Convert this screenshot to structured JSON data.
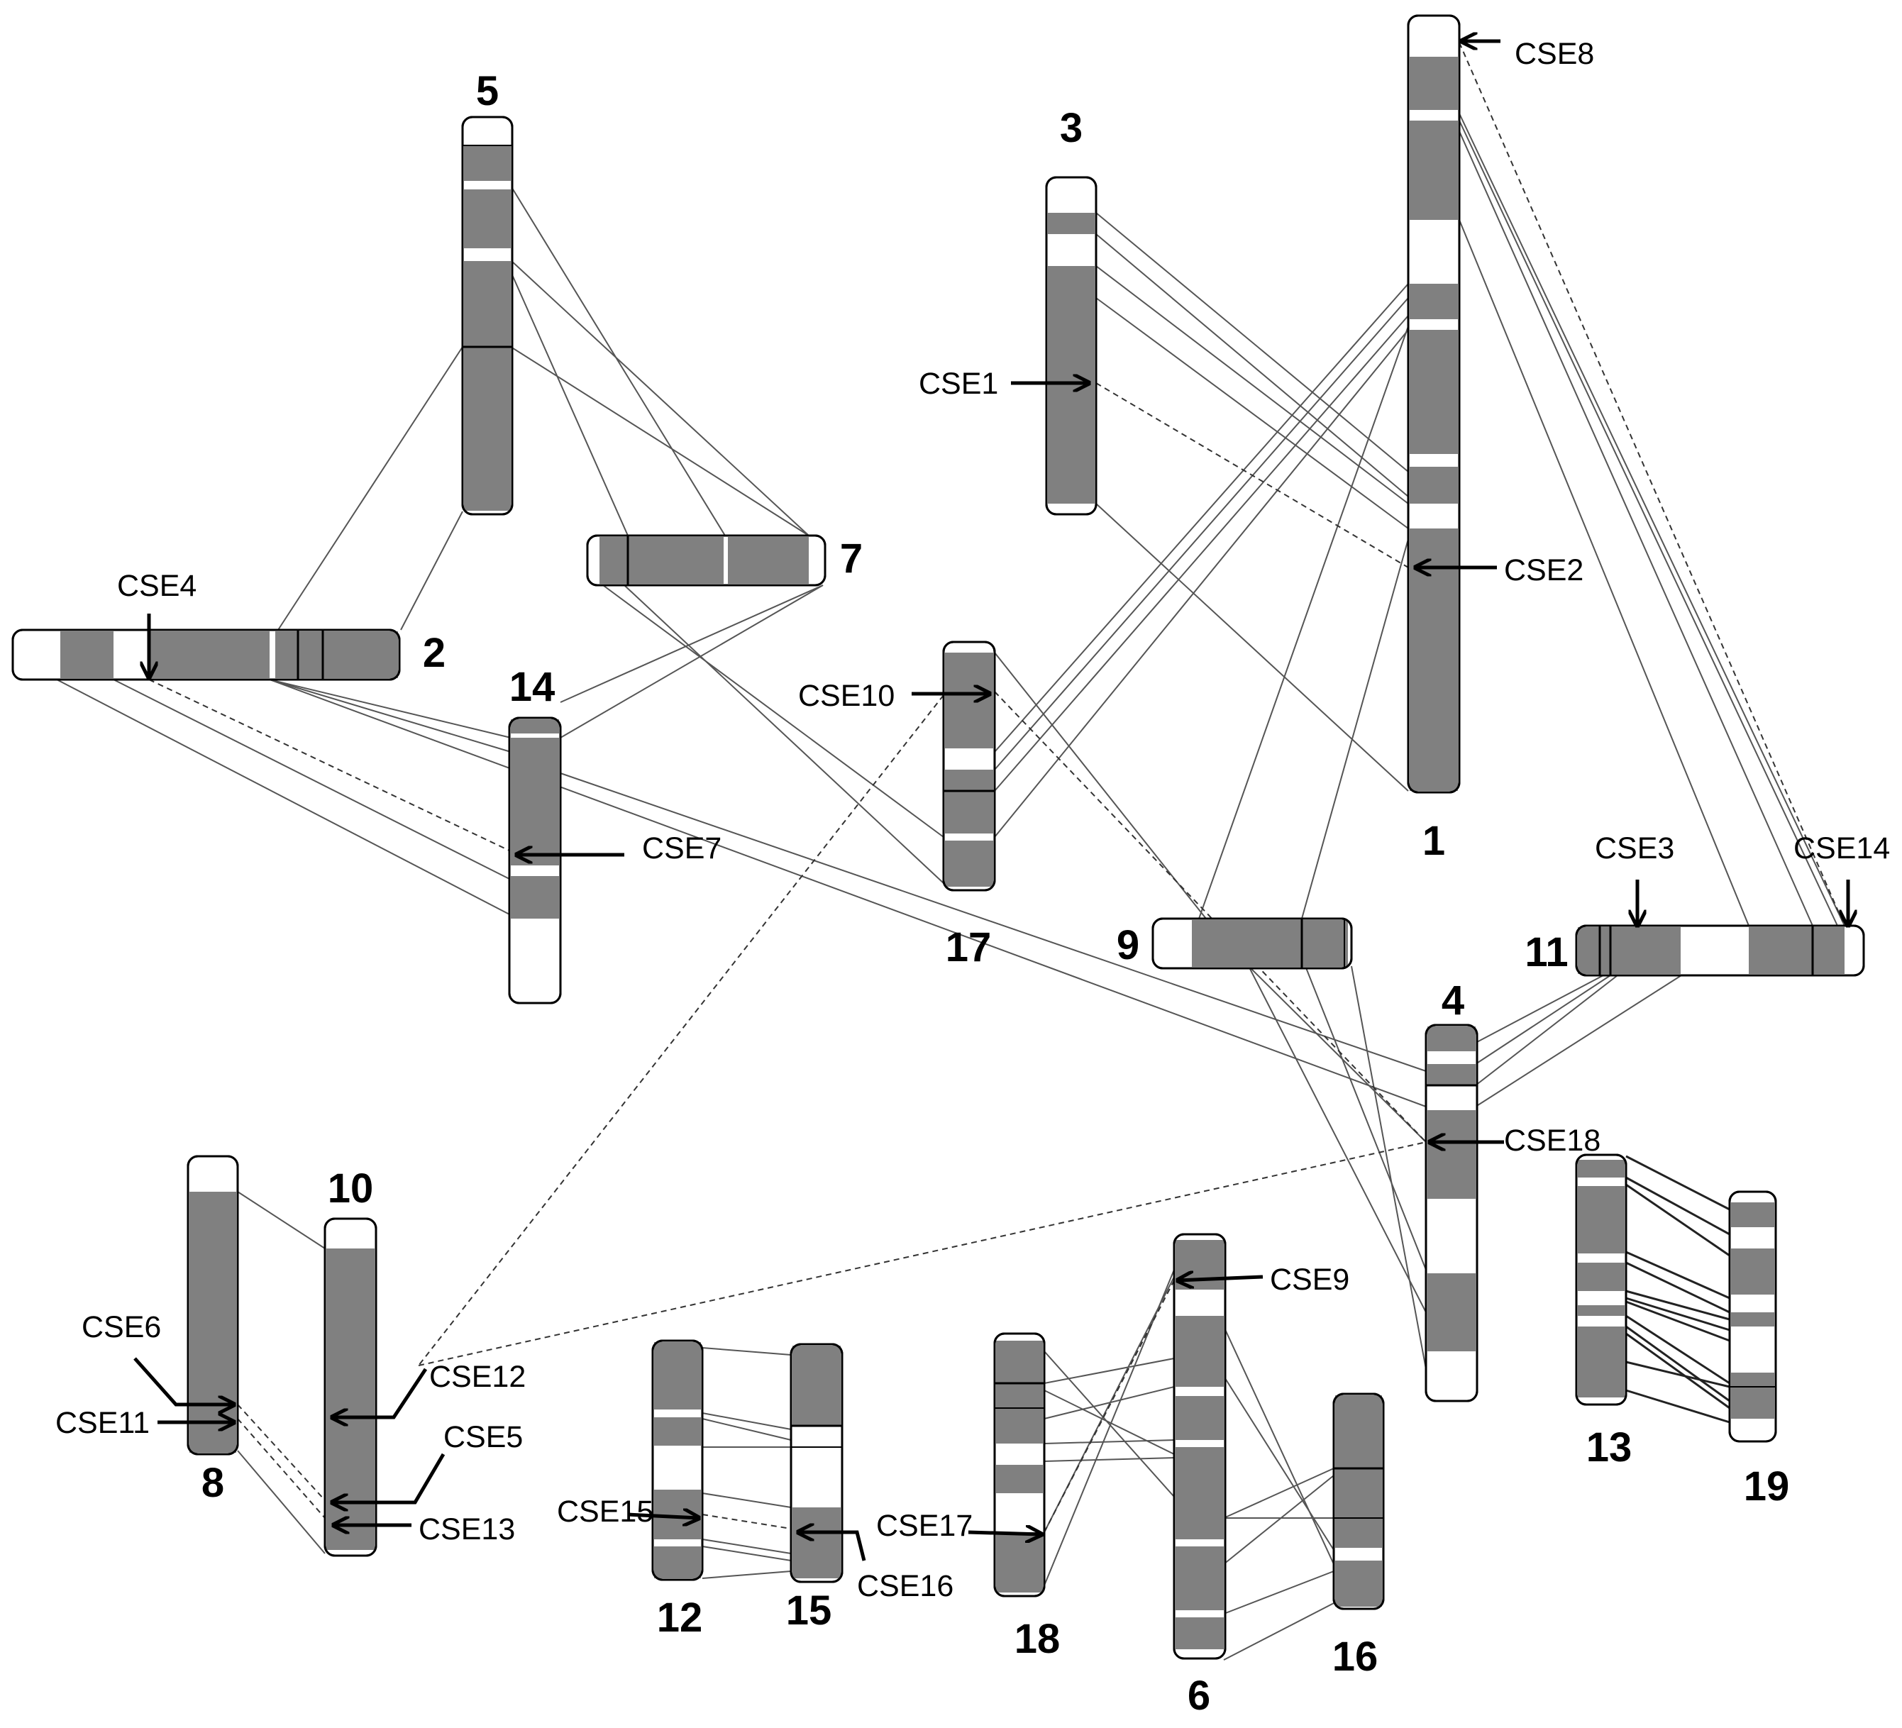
{
  "colors": {
    "band": "#808080",
    "outline": "#000000",
    "empty": "#ffffff",
    "link": "#555555"
  },
  "chromosomes": [
    {
      "id": "c5",
      "label": "5",
      "orientation": "vertical"
    },
    {
      "id": "c3",
      "label": "3",
      "orientation": "vertical"
    },
    {
      "id": "c1",
      "label": "1",
      "orientation": "vertical"
    },
    {
      "id": "c7",
      "label": "7",
      "orientation": "horizontal"
    },
    {
      "id": "c2",
      "label": "2",
      "orientation": "horizontal"
    },
    {
      "id": "c14",
      "label": "14",
      "orientation": "vertical"
    },
    {
      "id": "c17",
      "label": "17",
      "orientation": "vertical"
    },
    {
      "id": "c9",
      "label": "9",
      "orientation": "horizontal"
    },
    {
      "id": "c11",
      "label": "11",
      "orientation": "horizontal"
    },
    {
      "id": "c4",
      "label": "4",
      "orientation": "vertical"
    },
    {
      "id": "c8",
      "label": "8",
      "orientation": "vertical"
    },
    {
      "id": "c10",
      "label": "10",
      "orientation": "vertical"
    },
    {
      "id": "c12",
      "label": "12",
      "orientation": "vertical"
    },
    {
      "id": "c15",
      "label": "15",
      "orientation": "vertical"
    },
    {
      "id": "c18",
      "label": "18",
      "orientation": "vertical"
    },
    {
      "id": "c6",
      "label": "6",
      "orientation": "vertical"
    },
    {
      "id": "c16",
      "label": "16",
      "orientation": "vertical"
    },
    {
      "id": "c13",
      "label": "13",
      "orientation": "vertical"
    },
    {
      "id": "c19",
      "label": "19",
      "orientation": "vertical"
    }
  ],
  "cse_labels": [
    {
      "id": "cse1",
      "text": "CSE1"
    },
    {
      "id": "cse2",
      "text": "CSE2"
    },
    {
      "id": "cse3",
      "text": "CSE3"
    },
    {
      "id": "cse4",
      "text": "CSE4"
    },
    {
      "id": "cse5",
      "text": "CSE5"
    },
    {
      "id": "cse6",
      "text": "CSE6"
    },
    {
      "id": "cse7",
      "text": "CSE7"
    },
    {
      "id": "cse8",
      "text": "CSE8"
    },
    {
      "id": "cse9",
      "text": "CSE9"
    },
    {
      "id": "cse10",
      "text": "CSE10"
    },
    {
      "id": "cse11",
      "text": "CSE11"
    },
    {
      "id": "cse12",
      "text": "CSE12"
    },
    {
      "id": "cse13",
      "text": "CSE13"
    },
    {
      "id": "cse14",
      "text": "CSE14"
    },
    {
      "id": "cse15",
      "text": "CSE15"
    },
    {
      "id": "cse16",
      "text": "CSE16"
    },
    {
      "id": "cse17",
      "text": "CSE17"
    },
    {
      "id": "cse18",
      "text": "CSE18"
    }
  ]
}
